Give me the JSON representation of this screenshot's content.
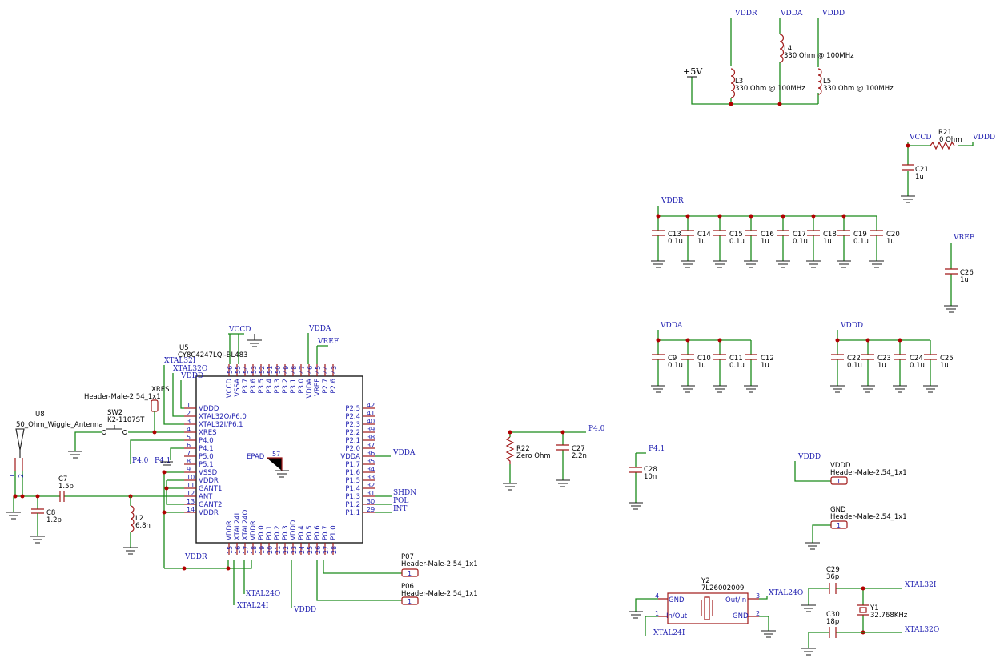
{
  "chip": {
    "ref": "U5",
    "part": "CY8C4247LQI-BL483",
    "left_pins": [
      {
        "num": "1",
        "name": "VDDD"
      },
      {
        "num": "2",
        "name": "XTAL32O/P6.0"
      },
      {
        "num": "3",
        "name": "XTAL32I/P6.1"
      },
      {
        "num": "4",
        "name": "XRES"
      },
      {
        "num": "5",
        "name": "P4.0"
      },
      {
        "num": "6",
        "name": "P4.1"
      },
      {
        "num": "7",
        "name": "P5.0"
      },
      {
        "num": "8",
        "name": "P5.1"
      },
      {
        "num": "9",
        "name": "VSSD"
      },
      {
        "num": "10",
        "name": "VDDR"
      },
      {
        "num": "11",
        "name": "GANT1"
      },
      {
        "num": "12",
        "name": "ANT"
      },
      {
        "num": "13",
        "name": "GANT2"
      },
      {
        "num": "14",
        "name": "VDDR"
      }
    ],
    "right_pins": [
      {
        "num": "42",
        "name": "P2.5"
      },
      {
        "num": "41",
        "name": "P2.4"
      },
      {
        "num": "40",
        "name": "P2.3"
      },
      {
        "num": "39",
        "name": "P2.2"
      },
      {
        "num": "38",
        "name": "P2.1"
      },
      {
        "num": "37",
        "name": "P2.0"
      },
      {
        "num": "36",
        "name": "VDDA"
      },
      {
        "num": "35",
        "name": "P1.7"
      },
      {
        "num": "34",
        "name": "P1.6"
      },
      {
        "num": "33",
        "name": "P1.5"
      },
      {
        "num": "32",
        "name": "P1.4"
      },
      {
        "num": "31",
        "name": "P1.3"
      },
      {
        "num": "30",
        "name": "P1.2"
      },
      {
        "num": "29",
        "name": "P1.1"
      }
    ],
    "top_pins": [
      {
        "num": "56",
        "name": "VCCD"
      },
      {
        "num": "55",
        "name": "VSSA"
      },
      {
        "num": "54",
        "name": "P3.7"
      },
      {
        "num": "53",
        "name": "P3.6"
      },
      {
        "num": "52",
        "name": "P3.5"
      },
      {
        "num": "51",
        "name": "P3.4"
      },
      {
        "num": "50",
        "name": "P3.3"
      },
      {
        "num": "49",
        "name": "P3.2"
      },
      {
        "num": "48",
        "name": "P3.1"
      },
      {
        "num": "47",
        "name": "P3.0"
      },
      {
        "num": "46",
        "name": "VDDA"
      },
      {
        "num": "45",
        "name": "VREF"
      },
      {
        "num": "44",
        "name": "P2.7"
      },
      {
        "num": "43",
        "name": "P2.6"
      }
    ],
    "bottom_pins": [
      {
        "num": "15",
        "name": "VDDR"
      },
      {
        "num": "16",
        "name": "XTAL24I"
      },
      {
        "num": "17",
        "name": "XTAL24O"
      },
      {
        "num": "18",
        "name": "VDDR"
      },
      {
        "num": "19",
        "name": "P0.0"
      },
      {
        "num": "20",
        "name": "P0.1"
      },
      {
        "num": "21",
        "name": "P0.2"
      },
      {
        "num": "22",
        "name": "P0.3"
      },
      {
        "num": "23",
        "name": "VDDD"
      },
      {
        "num": "24",
        "name": "P0.4"
      },
      {
        "num": "25",
        "name": "P0.5"
      },
      {
        "num": "26",
        "name": "P0.6"
      },
      {
        "num": "27",
        "name": "P0.7"
      },
      {
        "num": "28",
        "name": "P1.0"
      }
    ],
    "epad_name": "EPAD",
    "epad_num": "57"
  },
  "nets": {
    "vddr": "VDDR",
    "vdda": "VDDA",
    "vddd": "VDDD",
    "vccd": "VCCD",
    "vref": "VREF",
    "p5v": "+5V",
    "xtal32i": "XTAL32I",
    "xtal32o": "XTAL32O",
    "xtal24i": "XTAL24I",
    "xtal24o": "XTAL24O",
    "xres": "XRES",
    "p40": "P4.0",
    "p41": "P4.1",
    "shdn": "SHDN",
    "pol": "POL",
    "int": "INT",
    "gnd": "GND"
  },
  "parts": {
    "L3": {
      "ref": "L3",
      "val": "330 Ohm @ 100MHz"
    },
    "L4": {
      "ref": "L4",
      "val": "330 Ohm @ 100MHz"
    },
    "L5": {
      "ref": "L5",
      "val": "330 Ohm @ 100MHz"
    },
    "R21": {
      "ref": "R21",
      "val": "0 Ohm"
    },
    "C21": {
      "ref": "C21",
      "val": "1u"
    },
    "C26": {
      "ref": "C26",
      "val": "1u"
    },
    "vddr_caps": [
      {
        "ref": "C13",
        "val": "0.1u"
      },
      {
        "ref": "C14",
        "val": "1u"
      },
      {
        "ref": "C15",
        "val": "0.1u"
      },
      {
        "ref": "C16",
        "val": "1u"
      },
      {
        "ref": "C17",
        "val": "0.1u"
      },
      {
        "ref": "C18",
        "val": "1u"
      },
      {
        "ref": "C19",
        "val": "0.1u"
      },
      {
        "ref": "C20",
        "val": "1u"
      }
    ],
    "vdda_caps": [
      {
        "ref": "C9",
        "val": "0.1u"
      },
      {
        "ref": "C10",
        "val": "1u"
      },
      {
        "ref": "C11",
        "val": "0.1u"
      },
      {
        "ref": "C12",
        "val": "1u"
      }
    ],
    "vddd_caps": [
      {
        "ref": "C22",
        "val": "0.1u"
      },
      {
        "ref": "C23",
        "val": "1u"
      },
      {
        "ref": "C24",
        "val": "0.1u"
      },
      {
        "ref": "C25",
        "val": "1u"
      }
    ],
    "R22": {
      "ref": "R22",
      "val": "Zero Ohm"
    },
    "C27": {
      "ref": "C27",
      "val": "2.2n"
    },
    "C28": {
      "ref": "C28",
      "val": "10n"
    },
    "C7": {
      "ref": "C7",
      "val": "1.5p"
    },
    "C8": {
      "ref": "C8",
      "val": "1.2p"
    },
    "L2": {
      "ref": "L2",
      "val": "6.8n"
    },
    "U8": {
      "ref": "U8",
      "val": "50_Ohm_Wiggle_Antenna"
    },
    "SW2": {
      "ref": "SW2",
      "val": "K2-1107ST"
    },
    "XRES_HDR": {
      "ref": "XRES",
      "val": "Header-Male-2.54_1x1"
    },
    "P07": {
      "ref": "P07",
      "val": "Header-Male-2.54_1x1"
    },
    "P06": {
      "ref": "P06",
      "val": "Header-Male-2.54_1x1"
    },
    "VDDD_HDR": {
      "ref": "VDDD",
      "val": "Header-Male-2.54_1x1"
    },
    "GND_HDR": {
      "ref": "GND",
      "val": "Header-Male-2.54_1x1"
    },
    "Y2": {
      "ref": "Y2",
      "val": "7L26002009",
      "pin_gnd": "GND",
      "pin_outin": "Out/In",
      "pin_inout": "In/Out",
      "pin_gnd2": "GND"
    },
    "Y1": {
      "ref": "Y1",
      "val": "32.768KHz"
    },
    "C29": {
      "ref": "C29",
      "val": "36p"
    },
    "C30": {
      "ref": "C30",
      "val": "18p"
    }
  },
  "pin_numbers": {
    "one": "1",
    "two": "2",
    "three": "3",
    "four": "4"
  }
}
